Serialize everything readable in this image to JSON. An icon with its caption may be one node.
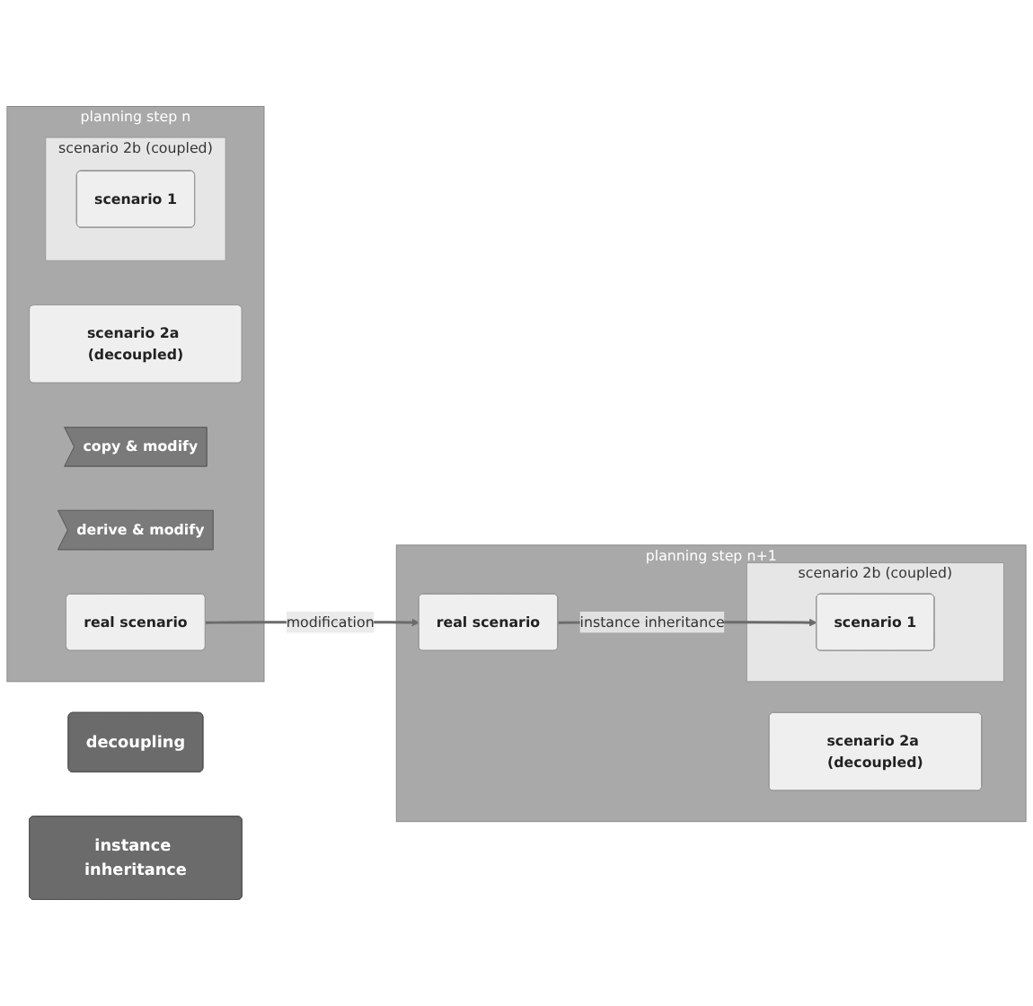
{
  "diagram": {
    "nodes": [
      {
        "text": [
          "decoupling"
        ]
      },
      {
        "text": [
          "instance inheritance"
        ]
      },
      {
        "text": [
          "planning step n"
        ]
      },
      {
        "text": [
          "scenario 2a (decoupled)"
        ],
        "in": 2
      },
      {
        "text": [
          "copy & modify"
        ],
        "in": 2
      },
      {
        "text": [
          "derive & modify"
        ],
        "in": 2
      },
      {
        "text": [
          "scenario 2b (coupled)"
        ],
        "in": 2
      },
      {
        "text": [
          "scenario 1"
        ],
        "in": 6
      },
      {
        "text": [
          "real scenario"
        ],
        "in": 2
      },
      {
        "text": [
          "planning step n+1"
        ]
      },
      {
        "text": [
          "scenario 2a (decoupled)"
        ],
        "in": 9
      },
      {
        "text": [
          "real scenario"
        ],
        "in": 9
      },
      {
        "text": [
          "scenario 2b (coupled)"
        ],
        "in": 9
      },
      {
        "text": [
          "scenario 1"
        ],
        "in": 12
      }
    ],
    "edges": [
      {
        "from": 8,
        "to": 11,
        "arrow": "to",
        "label": "modification"
      },
      {
        "from": 11,
        "to": 13,
        "arrow": "to",
        "label": "instance inheritance"
      }
    ]
  }
}
